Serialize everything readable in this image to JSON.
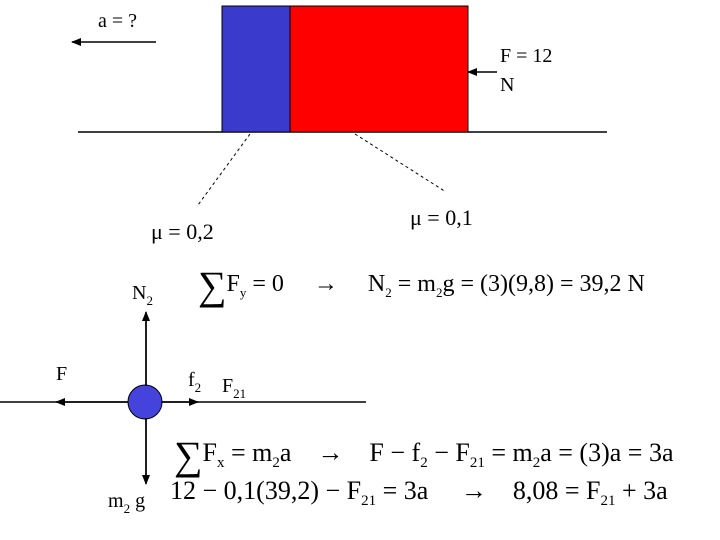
{
  "colors": {
    "blue_block": "#3a3bcc",
    "red_block": "#ff0000",
    "particle": "#4444dd",
    "line": "#000000"
  },
  "labels": {
    "accel": "a = ?",
    "force_F": "F = 12",
    "force_unit": "N",
    "mu_blue": "μ = 0,2",
    "mu_red": "μ = 0,1",
    "fbd_N": "N",
    "fbd_N_sub": "2",
    "fbd_F": "F",
    "fbd_f": "f",
    "fbd_f_sub": "2",
    "fbd_F21": "F",
    "fbd_F21_sub": "21",
    "fbd_m": "m",
    "fbd_m_sub": "2",
    "fbd_g": "g"
  },
  "equations": {
    "eq1": {
      "sigma": "∑",
      "lhs": "F",
      "lhs_sub": "y",
      "lhs_rest": " = 0",
      "arrow": "→",
      "rhs_a": "N",
      "rhs_a_sub": "2",
      "rhs_b": " = m",
      "rhs_b_sub": "2",
      "rhs_c": "g = (3)(9,8) = 39,2 N"
    },
    "eq2": {
      "sigma": "∑",
      "lhs": "F",
      "lhs_sub": "x",
      "lhs_rest": " = m",
      "lhs_sub2": "2",
      "lhs_end": "a",
      "arrow": "→",
      "rhs_a": "F − f",
      "rhs_a_sub": "2",
      "rhs_b": " − F",
      "rhs_b_sub": "21",
      "rhs_c": " = m",
      "rhs_c_sub": "2",
      "rhs_d": "a = (3)a = 3a"
    },
    "eq3": {
      "lhs_a": "12 − 0,1(39,2) − F",
      "lhs_sub": "21",
      "lhs_b": " = 3a",
      "arrow": "→",
      "rhs_a": "8,08 = F",
      "rhs_sub": "21",
      "rhs_b": " + 3a"
    }
  }
}
